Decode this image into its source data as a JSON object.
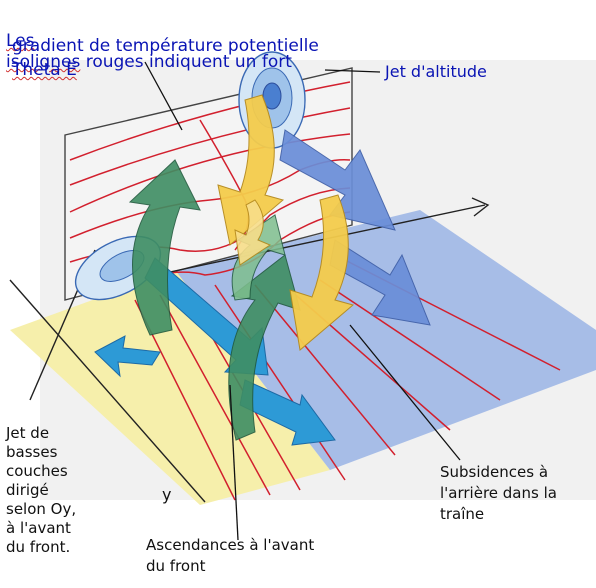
{
  "labels": {
    "title_line1_word1": "Les",
    "title_line1_word2": "isolignes",
    "title_line1_rest": " rouges indiquent un fort",
    "title_line2": "gradient de température potentielle",
    "title_line3": "Theta E",
    "jet_altitude": "Jet d'altitude",
    "jet_basses_couches": "Jet de\nbasses\ncouches\ndirigé\nselon Oy,\nà l'avant\ndu front.",
    "axis_y": "y",
    "subsidences": "Subsidences à\nl'arrière dans la\ntraîne",
    "ascendances": "Ascendances à l'avant\ndu front"
  },
  "colors": {
    "title_text": "#0a14b4",
    "isolines": "#d2202e",
    "warm_plane": "#f6eea6",
    "cold_plane": "#9fb7e6",
    "jet_blue": "#2d9ad6",
    "ascent_green": "#3f8e63",
    "subsidence_yellow": "#f4cc4c"
  }
}
